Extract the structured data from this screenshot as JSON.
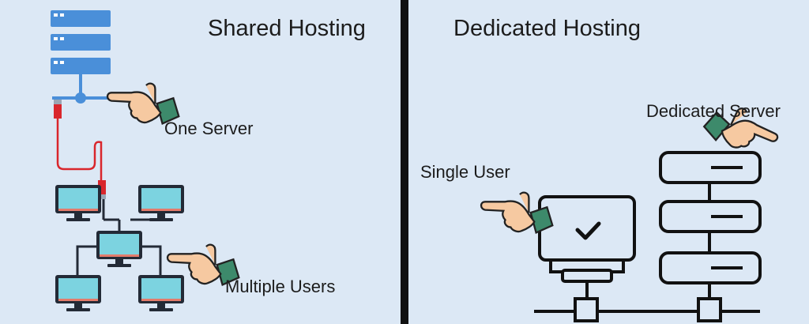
{
  "left_panel": {
    "title": "Shared Hosting",
    "labels": {
      "server": "One Server",
      "users": "Multiple Users"
    }
  },
  "right_panel": {
    "title": "Dedicated Hosting",
    "labels": {
      "user": "Single User",
      "server": "Dedicated Server"
    }
  },
  "colors": {
    "background": "#dce8f5",
    "divider": "#111111",
    "server_blue": "#4a8fd9",
    "monitor_screen": "#7cd3e0",
    "cable_red": "#d9262c",
    "hand_skin": "#f6c9a1",
    "sleeve_green": "#3d8a6b"
  },
  "icons": [
    "server-rack-icon",
    "network-hub-icon",
    "computer-icon",
    "pointing-hand-icon",
    "checkmark-icon"
  ]
}
